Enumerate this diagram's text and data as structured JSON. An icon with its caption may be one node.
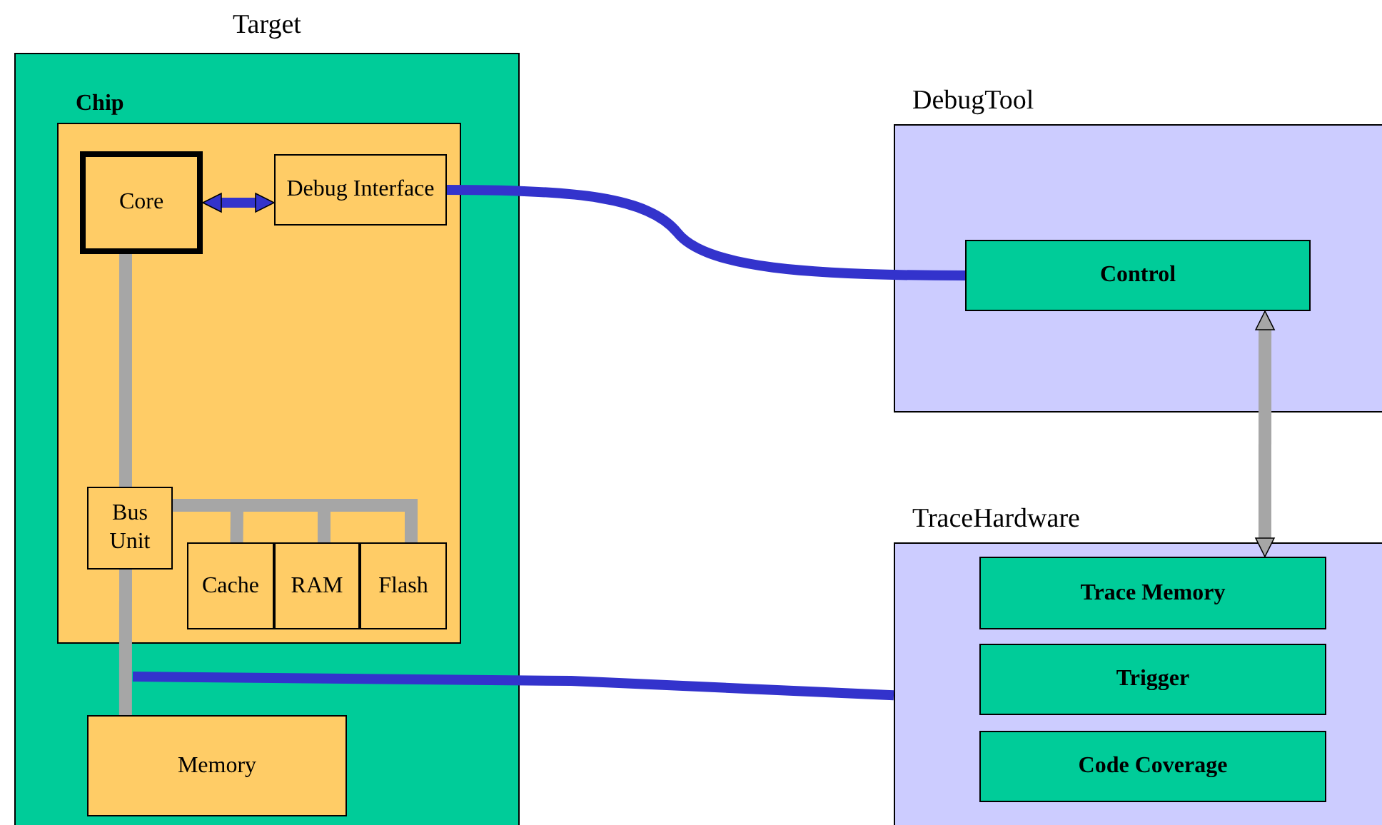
{
  "diagram": {
    "nodes": [
      {
        "text": [
          "Target"
        ]
      },
      {
        "text": [
          "Chip"
        ],
        "in": 0
      },
      {
        "text": [
          "Core"
        ],
        "in": 1
      },
      {
        "text": [
          "Debug Interface"
        ],
        "in": 1
      },
      {
        "text": [
          "Bus Unit"
        ],
        "in": 1
      },
      {
        "text": [
          "Cache"
        ],
        "in": 1
      },
      {
        "text": [
          "RAM"
        ],
        "in": 1
      },
      {
        "text": [
          "Flash"
        ],
        "in": 1
      },
      {
        "text": [
          "Memory"
        ],
        "in": 0
      },
      {
        "text": [
          "DebugTool"
        ]
      },
      {
        "text": [
          "Control"
        ],
        "in": 9
      },
      {
        "text": [
          "TraceHardware"
        ]
      },
      {
        "text": [
          "Trace Memory"
        ],
        "in": 11
      },
      {
        "text": [
          "Trigger"
        ],
        "in": 11
      },
      {
        "text": [
          "Code Coverage"
        ],
        "in": 11
      }
    ],
    "edges": [
      {
        "from": 2,
        "to": 3,
        "arrow": "both",
        "color": "#3333cc"
      },
      {
        "from": 3,
        "to": 10,
        "arrow": "none",
        "color": "#3333cc"
      },
      {
        "from": 10,
        "to": 12,
        "arrow": "both"
      },
      {
        "from": 2,
        "to": 4,
        "arrow": "none"
      },
      {
        "from": 4,
        "to": 8,
        "arrow": "none"
      },
      {
        "from": 4,
        "to": 5,
        "arrow": "none"
      },
      {
        "from": 4,
        "to": 6,
        "arrow": "none"
      },
      {
        "from": 4,
        "to": 7,
        "arrow": "none"
      },
      {
        "from": null,
        "to": 11,
        "arrow": "none",
        "color": "#3333cc"
      }
    ]
  }
}
